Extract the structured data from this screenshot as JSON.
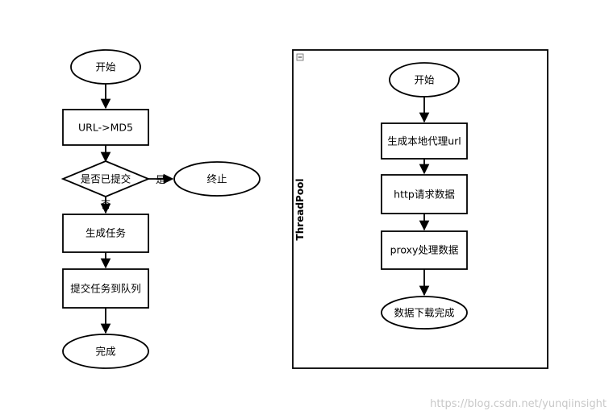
{
  "flow_left": {
    "start": "开始",
    "md5": "URL->MD5",
    "decision": "是否已提交",
    "yes_label": "是",
    "no_label": "否",
    "terminate": "终止",
    "generate_task": "生成任务",
    "submit_task": "提交任务到队列",
    "done": "完成"
  },
  "thread_pool": {
    "title": "ThreadPool",
    "start": "开始",
    "gen_proxy_url": "生成本地代理url",
    "http_request": "http请求数据",
    "proxy_process": "proxy处理数据",
    "download_done": "数据下载完成"
  },
  "watermark": "https://blog.csdn.net/yunqiinsight"
}
